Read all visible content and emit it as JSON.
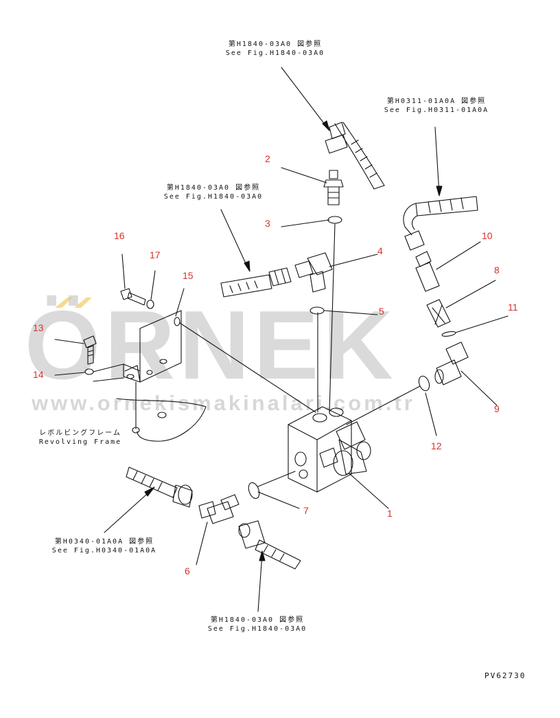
{
  "watermark": {
    "word": "ÖRNEK",
    "url": "www.ornekismakinalari.com.tr",
    "color": "#bdbdbd",
    "accent": "#f0c24a"
  },
  "references": {
    "top": {
      "jp": "第H1840-03A0 図参照",
      "en": "See Fig.H1840-03A0"
    },
    "right": {
      "jp": "第H0311-01A0A 図参照",
      "en": "See Fig.H0311-01A0A"
    },
    "left": {
      "jp": "第H1840-03A0 図参照",
      "en": "See Fig.H1840-03A0"
    },
    "lower": {
      "jp": "第H0340-01A0A 図参照",
      "en": "See Fig.H0340-01A0A"
    },
    "bottom": {
      "jp": "第H1840-03A0 図参照",
      "en": "See Fig.H1840-03A0"
    }
  },
  "frame_label": {
    "jp": "レボルビングフレーム",
    "en": "Revolving Frame"
  },
  "part_numbers": [
    "1",
    "2",
    "3",
    "4",
    "5",
    "6",
    "7",
    "8",
    "9",
    "10",
    "11",
    "12",
    "13",
    "14",
    "15",
    "16",
    "17"
  ],
  "drawing_code": "PV62730",
  "colors": {
    "callout": "#d8312a",
    "line": "#111111"
  }
}
